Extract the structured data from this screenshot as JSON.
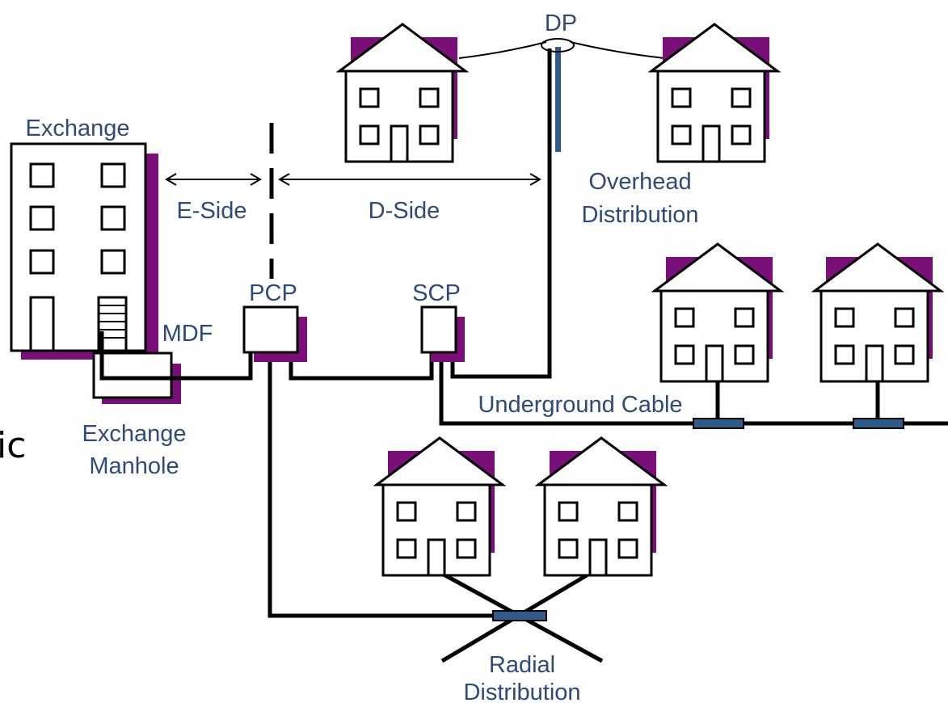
{
  "colors": {
    "label_text": "#2e4a7a",
    "shadow": "#7a0f7a",
    "joint": "#2e5b8c",
    "line": "#000000"
  },
  "labels": {
    "dp": "DP",
    "exchange": "Exchange",
    "e_side": "E-Side",
    "d_side": "D-Side",
    "overhead_line1": "Overhead",
    "overhead_line2": "Distribution",
    "pcp": "PCP",
    "scp": "SCP",
    "mdf": "MDF",
    "underground_cable": "Underground Cable",
    "manhole_line1": "Exchange",
    "manhole_line2": "Manhole",
    "radial_line1": "Radial",
    "radial_line2": "Distribution",
    "cut_text_fragment": "ic"
  },
  "icons": [
    "house-icon",
    "exchange-building-icon",
    "cabinet-icon",
    "pole-icon",
    "cable-joint-icon",
    "manhole-icon"
  ]
}
